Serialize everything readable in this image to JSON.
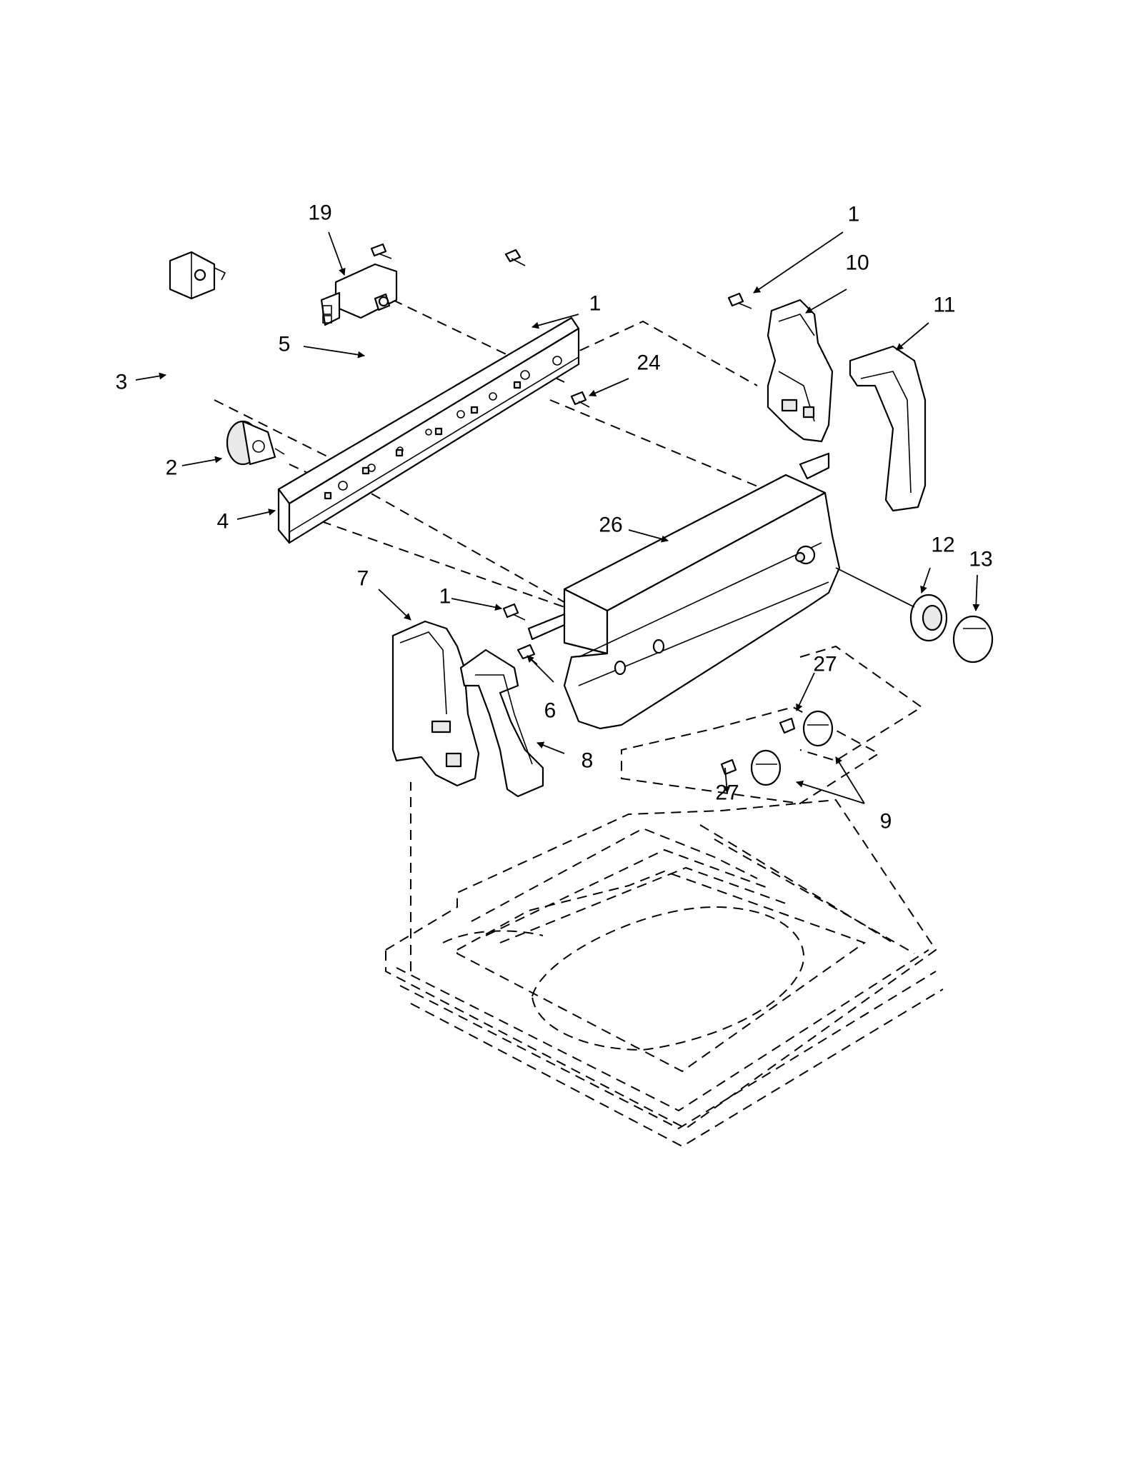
{
  "diagram": {
    "callouts": [
      {
        "id": "c19",
        "label": "19"
      },
      {
        "id": "c1a",
        "label": "1"
      },
      {
        "id": "c10",
        "label": "10"
      },
      {
        "id": "c11",
        "label": "11"
      },
      {
        "id": "c1b",
        "label": "1"
      },
      {
        "id": "c5",
        "label": "5"
      },
      {
        "id": "c24",
        "label": "24"
      },
      {
        "id": "c3",
        "label": "3"
      },
      {
        "id": "c2",
        "label": "2"
      },
      {
        "id": "c4",
        "label": "4"
      },
      {
        "id": "c26",
        "label": "26"
      },
      {
        "id": "c12",
        "label": "12"
      },
      {
        "id": "c13",
        "label": "13"
      },
      {
        "id": "c7",
        "label": "7"
      },
      {
        "id": "c1c",
        "label": "1"
      },
      {
        "id": "c27a",
        "label": "27"
      },
      {
        "id": "c6",
        "label": "6"
      },
      {
        "id": "c8",
        "label": "8"
      },
      {
        "id": "c27b",
        "label": "27"
      },
      {
        "id": "c9",
        "label": "9"
      }
    ]
  }
}
